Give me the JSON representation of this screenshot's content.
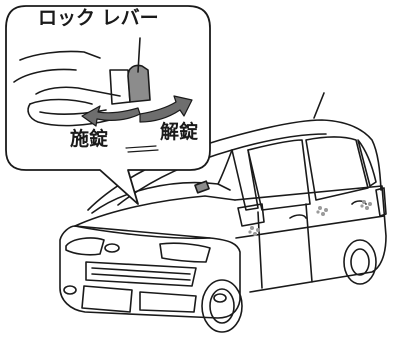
{
  "callout": {
    "lever_label": "ロック レバー",
    "lock_label": "施錠",
    "unlock_label": "解錠"
  },
  "colors": {
    "line": "#1a1a1a",
    "lever_fill": "#8c8c8c",
    "arrow_fill": "#6e6e6e",
    "door_spot": "#9a9a9a"
  }
}
